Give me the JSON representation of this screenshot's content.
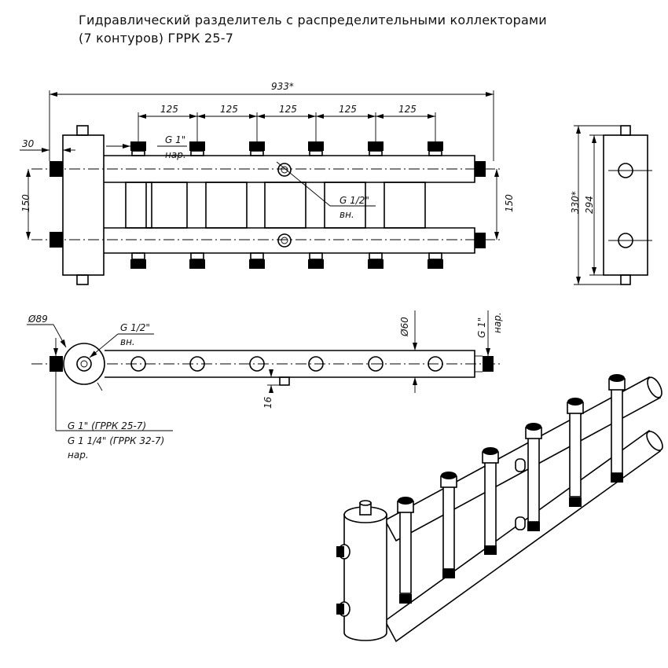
{
  "title": {
    "line1": "Гидравлический разделитель с распределительными коллекторами",
    "line2": "(7 контуров) ГРРК 25-7"
  },
  "front_view": {
    "overall_length": "933*",
    "spacing": [
      "125",
      "125",
      "125",
      "125",
      "125"
    ],
    "left_offset": "30",
    "height_left": "150",
    "height_right": "150",
    "thread_outlet": "G 1\"",
    "thread_outlet_type": "нар.",
    "thread_sensor": "G 1/2\"",
    "thread_sensor_type": "вн."
  },
  "side_view": {
    "overall_height": "330*",
    "inner_height": "294"
  },
  "top_view": {
    "diameter_body": "Ø89",
    "diameter_header": "Ø60",
    "thread_sensor": "G 1/2\"",
    "thread_sensor_type": "вн.",
    "thread_end": "G 1\"",
    "thread_end_type": "нар.",
    "bottom_offset": "16",
    "connection_line1": "G 1\" (ГРРК 25-7)",
    "connection_line2": "G 1 1/4\" (ГРРК 32-7)",
    "connection_type": "нар."
  }
}
